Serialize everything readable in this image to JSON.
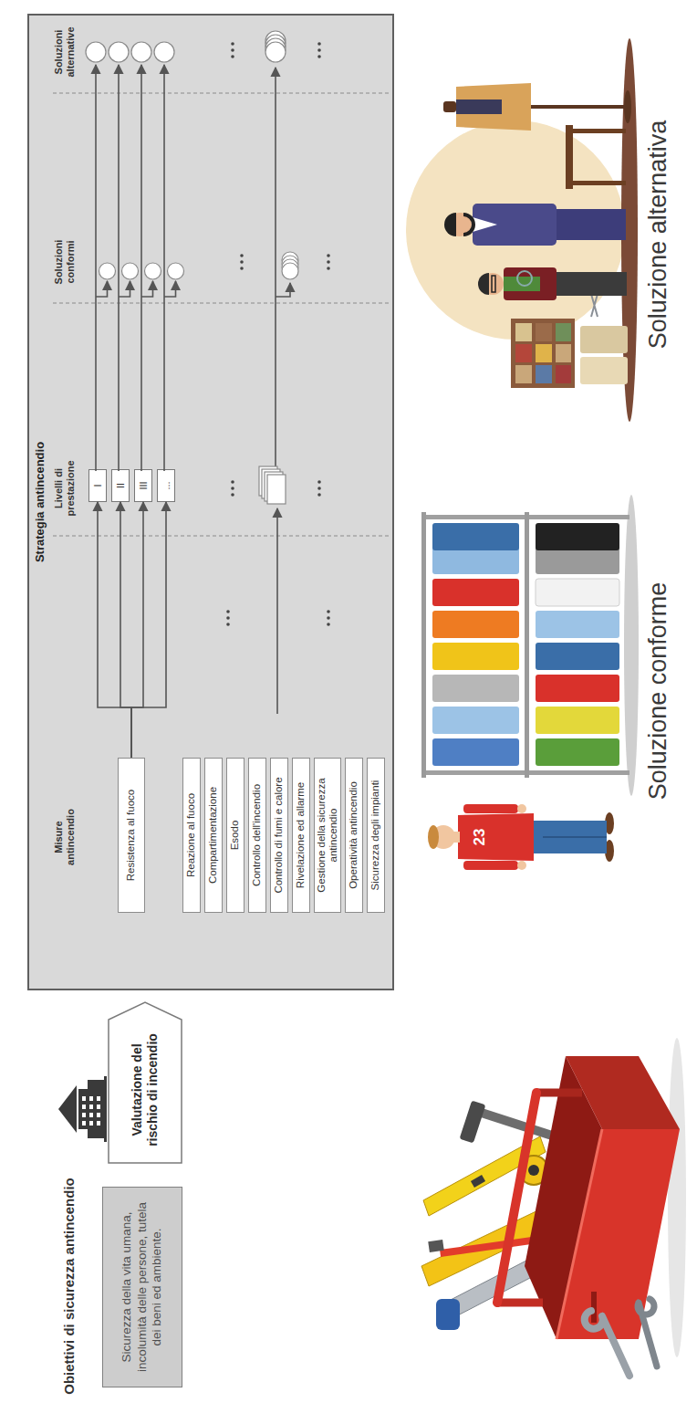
{
  "diagram": {
    "nodes": [
      {
        "text": [
          "Obiettivi di sicurezza antincendio",
          "Sicurezza della vita umana, incolumità delle persone, tutela dei beni ed ambiente."
        ]
      },
      {
        "text": [
          "Valutazione del rischio di incendio"
        ]
      },
      {
        "text": [
          "Strategia antincendio"
        ]
      },
      {
        "text": [
          "Resistenza al fuoco"
        ],
        "in": 2
      },
      {
        "text": [
          "I"
        ],
        "in": 2
      },
      {
        "text": [
          "II"
        ],
        "in": 2
      },
      {
        "text": [
          "III"
        ],
        "in": 2
      },
      {
        "text": [
          "..."
        ],
        "in": 2
      },
      {
        "text": [
          "Reazione al fuoco"
        ],
        "in": 2
      },
      {
        "text": [
          "Compartimentazione"
        ],
        "in": 2
      },
      {
        "text": [
          "Esodo"
        ],
        "in": 2
      },
      {
        "text": [
          "Controllo dell'incendio"
        ],
        "in": 2
      },
      {
        "text": [
          "Controllo di fumi e calore"
        ],
        "in": 2
      },
      {
        "text": [
          "Rivelazione ed allarme"
        ],
        "in": 2
      },
      {
        "text": [
          "Gestione della sicurezza antincendio"
        ],
        "in": 2
      },
      {
        "text": [
          "Operatività antincendio"
        ],
        "in": 2
      },
      {
        "text": [
          "Sicurezza degli impianti"
        ],
        "in": 2
      }
    ],
    "edges": [
      {
        "from": 3,
        "to": 4,
        "arrow": "to"
      },
      {
        "from": 3,
        "to": 5,
        "arrow": "to"
      },
      {
        "from": 3,
        "to": 6,
        "arrow": "to"
      },
      {
        "from": 3,
        "to": 7,
        "arrow": "to"
      }
    ],
    "labels": [
      "Misure antincendio",
      "Livelli di prestazione",
      "Soluzioni conformi",
      "Soluzioni alternative",
      "23",
      "Soluzione conforme",
      "Soluzione alternativa"
    ]
  }
}
